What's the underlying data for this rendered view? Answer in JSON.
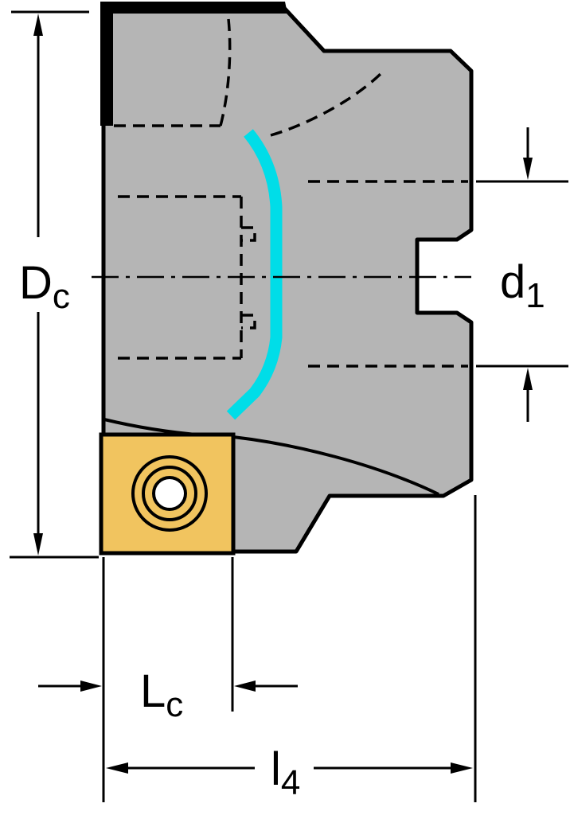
{
  "diagram": {
    "type": "technical-drawing",
    "subject": "indexable-face-milling-cutter-side-section",
    "colors": {
      "background": "#ffffff",
      "body": "#b5b5b5",
      "insert": "#f1c45f",
      "coolant_channel": "#00dde8",
      "line": "#000000",
      "screw_bore": "#ffffff"
    },
    "labels": {
      "dc": {
        "main": "D",
        "sub": "c"
      },
      "d1": {
        "main": "d",
        "sub": "1"
      },
      "lc": {
        "main": "L",
        "sub": "c"
      },
      "l4": {
        "main": "l",
        "sub": "4"
      }
    }
  }
}
